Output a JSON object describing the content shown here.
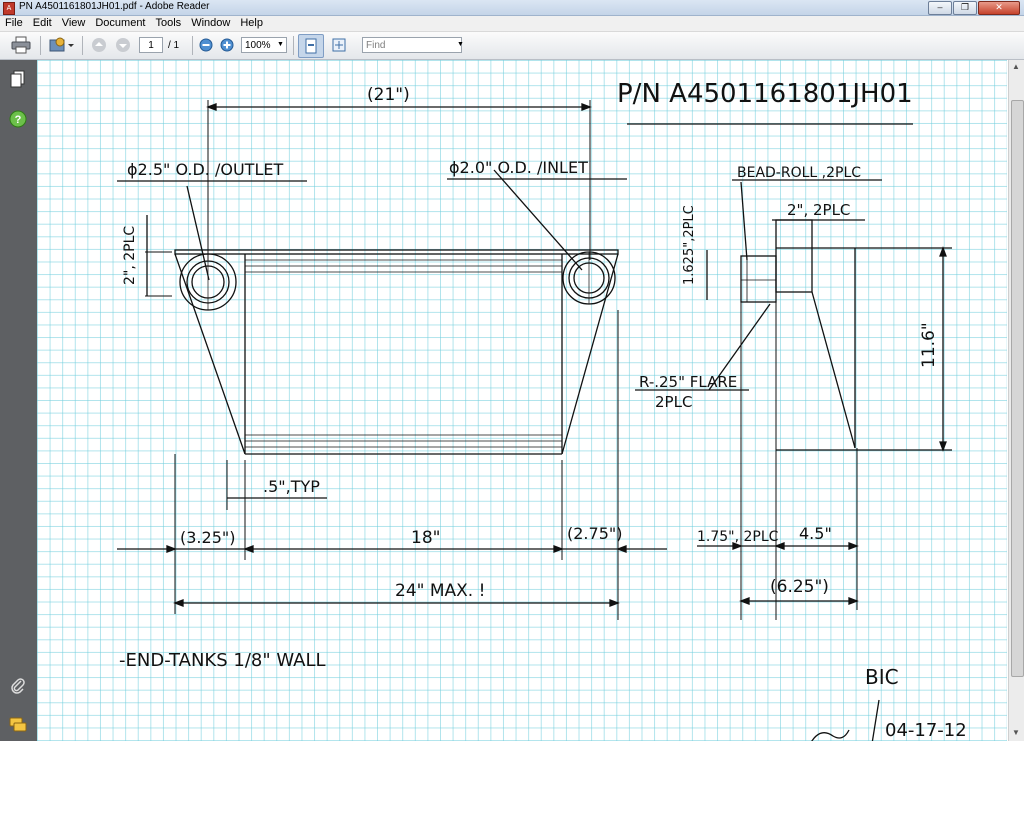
{
  "window": {
    "title": "PN A4501161801JH01.pdf - Adobe Reader",
    "app_icon": "pdf-icon"
  },
  "menu": [
    "File",
    "Edit",
    "View",
    "Document",
    "Tools",
    "Window",
    "Help"
  ],
  "toolbar": {
    "page_current": "1",
    "page_total": "/ 1",
    "zoom": "100%",
    "find_placeholder": "Find"
  },
  "drawing": {
    "part_number": "P/N A4501161801JH01",
    "dim_top": "(21\")",
    "outlet_label": "ϕ2.5\" O.D. /OUTLET",
    "inlet_label": "ϕ2.0\" O.D. /INLET",
    "bead_roll": "BEAD-ROLL ,2PLC",
    "dim_1625": "1.625\",2PLC",
    "dim_2_side": "2\", 2PLC",
    "dim_2_left": "2\", 2PLC",
    "dim_116": "11.6\"",
    "flare": "R-.25\" FLARE",
    "flare_qty": "2PLC",
    "dim_5typ": ".5\",TYP",
    "dim_325": "(3.25\")",
    "dim_18": "18\"",
    "dim_275": "(2.75\")",
    "dim_175": "1.75\", 2PLC",
    "dim_45": "4.5\"",
    "dim_625": "(6.25\")",
    "dim_24": "24\" MAX. !",
    "note": "-END-TANKS 1/8\" WALL",
    "sig_initials": "BIC",
    "sig_date": "04-17-12"
  }
}
